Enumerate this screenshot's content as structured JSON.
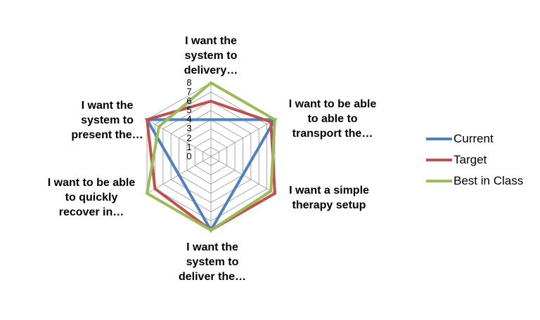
{
  "chart_data": {
    "type": "radar",
    "title": "",
    "axis": {
      "min": 0,
      "max": 8,
      "ticks": [
        "8",
        "7",
        "6",
        "5",
        "4",
        "3",
        "2",
        "1",
        "0"
      ]
    },
    "grid_color": "#A6A6A6",
    "legend_position": "right",
    "categories": [
      "I want the\nsystem to\ndelivery…",
      "I want to be able\nto able to\ntransport the…",
      "I want  a simple\ntherapy setup",
      "I want the\nsystem to\ndeliver the…",
      "I want to be able\nto quickly\nrecover in…",
      "I want the\nsystem to\npresent the…"
    ],
    "series": [
      {
        "name": "Current",
        "color": "#4F81BD",
        "values": [
          4,
          8,
          4,
          8,
          4,
          8
        ]
      },
      {
        "name": "Target",
        "color": "#C0504D",
        "values": [
          6,
          7.5,
          8,
          8,
          7,
          8
        ]
      },
      {
        "name": "Best in Class",
        "color": "#9BBB59",
        "values": [
          8,
          8,
          7.5,
          8,
          8,
          6.5
        ]
      }
    ]
  }
}
